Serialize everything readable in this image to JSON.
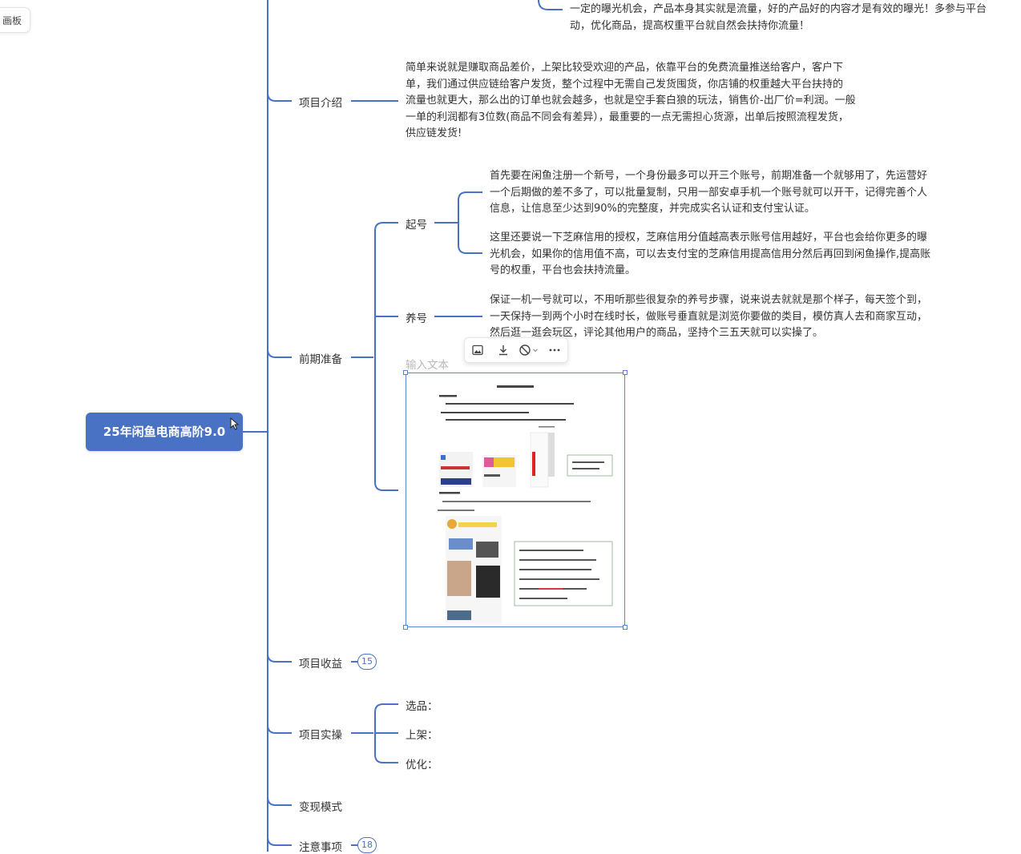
{
  "sidebar_pill": {
    "label": "画板"
  },
  "root": {
    "label": "25年闲鱼电商高阶9.0"
  },
  "top_text": {
    "lines": [
      "一定的曝光机会，产品本身其实就是流量，好的产品好的内容才是有效的曝光！多参与平台",
      "动，优化商品，提高权重平台就自然会扶持你流量！"
    ]
  },
  "branches": {
    "intro": {
      "label": "项目介绍",
      "lines": [
        "简单来说就是赚取商品差价，上架比较受欢迎的产品，依靠平台的免费流量推送给客户，客户下",
        "单，我们通过供应链给客户发货，整个过程中无需自己发货囤货，你店铺的权重越大平台扶持的",
        "流量也就更大，那么出的订单也就会越多，也就是空手套白狼的玩法，销售价-出厂价=利润。一般",
        "一单的利润都有3位数(商品不同会有差异），最重要的一点无需担心货源，出单后按照流程发货，",
        "供应链发货!"
      ]
    },
    "prep": {
      "label": "前期准备",
      "qihao": {
        "label": "起号",
        "text1": [
          "首先要在闲鱼注册一个新号，一个身份最多可以开三个账号，前期准备一个就够用了，先运营好",
          "一个后期做的差不多了，可以批量复制，只用一部安卓手机一个账号就可以开干，记得完善个人",
          "信息，让信息至少达到90%的完整度，并完成实名认证和支付宝认证。"
        ],
        "text2": [
          "这里还要说一下芝麻信用的授权，芝麻信用分值越高表示账号信用越好，平台也会给你更多的曝",
          "光机会，如果你的信用值不高，可以去支付宝的芝麻信用提高信用分然后再回到闲鱼操作,提高账",
          "号的权重，平台也会扶持流量。"
        ]
      },
      "yanghao": {
        "label": "养号",
        "text": [
          "保证一机一号就可以，不用听那些很复杂的养号步骤，说来说去就就是那个样子，每天签个到，",
          "一天保持一到两个小时在线时长，做账号垂直就是浏览你要做的类目，模仿真人去和商家互动，",
          "然后逛一逛会玩区，评论其他用户的商品，坚持个三五天就可以实操了。"
        ]
      },
      "image_node": {
        "placeholder": "输入文本"
      }
    },
    "income": {
      "label": "项目收益",
      "badge": "15"
    },
    "practice": {
      "label": "项目实操",
      "children": [
        "选品：",
        "上架：",
        "优化："
      ]
    },
    "monetize": {
      "label": "变现模式"
    },
    "notes": {
      "label": "注意事项",
      "badge": "18"
    }
  },
  "toolbar": {
    "icons": [
      "image-icon",
      "download-icon",
      "block-icon",
      "more-icon"
    ]
  },
  "colors": {
    "line": "#4a72c4",
    "root_bg": "#4a72c4"
  }
}
